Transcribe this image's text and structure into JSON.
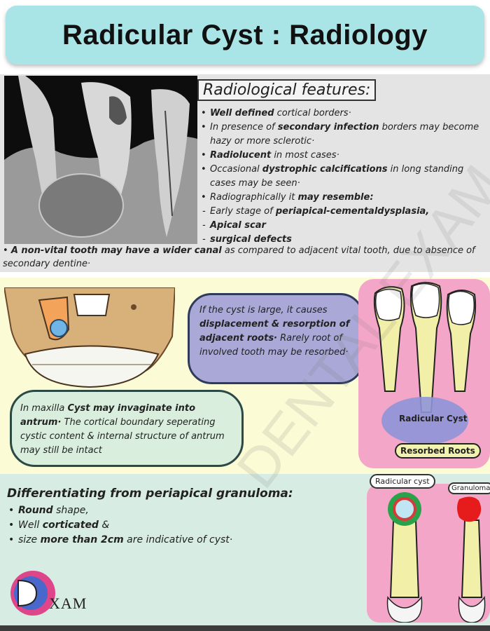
{
  "title": "Radicular Cyst : Radiology",
  "features": {
    "heading": "Radiological features:",
    "items": [
      {
        "kind": "bullet",
        "parts": [
          {
            "t": "Well defined",
            "b": true
          },
          {
            "t": " cortical borders·",
            "b": false
          }
        ]
      },
      {
        "kind": "bullet",
        "parts": [
          {
            "t": "In presence of ",
            "b": false
          },
          {
            "t": "secondary infection",
            "b": true
          },
          {
            "t": " borders may become hazy or more sclerotic·",
            "b": false
          }
        ]
      },
      {
        "kind": "bullet",
        "parts": [
          {
            "t": "Radiolucent",
            "b": true
          },
          {
            "t": " in most cases·",
            "b": false
          }
        ]
      },
      {
        "kind": "bullet",
        "parts": [
          {
            "t": "Occasional ",
            "b": false
          },
          {
            "t": "dystrophic calcifications",
            "b": true
          },
          {
            "t": " in long standing cases may be seen·",
            "b": false
          }
        ]
      },
      {
        "kind": "bullet",
        "parts": [
          {
            "t": "Radiographically it ",
            "b": false
          },
          {
            "t": "may resemble:",
            "b": true
          }
        ]
      },
      {
        "kind": "sub",
        "parts": [
          {
            "t": "Early stage of ",
            "b": false
          },
          {
            "t": "periapical-cementaldysplasia,",
            "b": true
          }
        ]
      },
      {
        "kind": "sub",
        "parts": [
          {
            "t": "Apical scar",
            "b": true
          }
        ]
      },
      {
        "kind": "sub",
        "parts": [
          {
            "t": "surgical defects",
            "b": true
          }
        ]
      }
    ]
  },
  "nonvital": [
    {
      "t": "A non-vital tooth may have a wider canal",
      "b": true
    },
    {
      "t": " as compared to adjacent vital tooth, due to absence of secondary dentine·",
      "b": false
    }
  ],
  "bubble_blue": [
    {
      "t": "If the cyst is large, it causes ",
      "b": false
    },
    {
      "t": "displacement & resorption of adjacent roots·",
      "b": true
    },
    {
      "t": " Rarely root of involved tooth may be resorbed·",
      "b": false
    }
  ],
  "bubble_green": [
    {
      "t": "In maxilla ",
      "b": false
    },
    {
      "t": "Cyst may invaginate into antrum·",
      "b": true
    },
    {
      "t": " The cortical boundary seperating cystic content & internal structure of antrum may still be intact",
      "b": false
    }
  ],
  "diagram_labels": {
    "cyst": "Radicular Cyst",
    "roots": "Resorbed Roots",
    "small_cyst": "Radicular cyst",
    "granuloma": "Granuloma"
  },
  "diff": {
    "heading": "Differentiating from periapical granuloma:",
    "items": [
      [
        {
          "t": "Round",
          "b": true
        },
        {
          "t": " shape,",
          "b": false
        }
      ],
      [
        {
          "t": "Well ",
          "b": false
        },
        {
          "t": "corticated",
          "b": true
        },
        {
          "t": " &",
          "b": false
        }
      ],
      [
        {
          "t": "size ",
          "b": false
        },
        {
          "t": "more than 2cm",
          "b": true
        },
        {
          "t": " are indicative of cyst·",
          "b": false
        }
      ]
    ]
  },
  "logo_text": "XAM",
  "watermark": "DENTAL EXAM",
  "colors": {
    "title_bg": "#a9e4e6",
    "blue_bubble": "#a9a8d6",
    "green_bubble": "#d9eedd",
    "pink": "#f4a6c8",
    "tooth": "#f2efa8"
  }
}
